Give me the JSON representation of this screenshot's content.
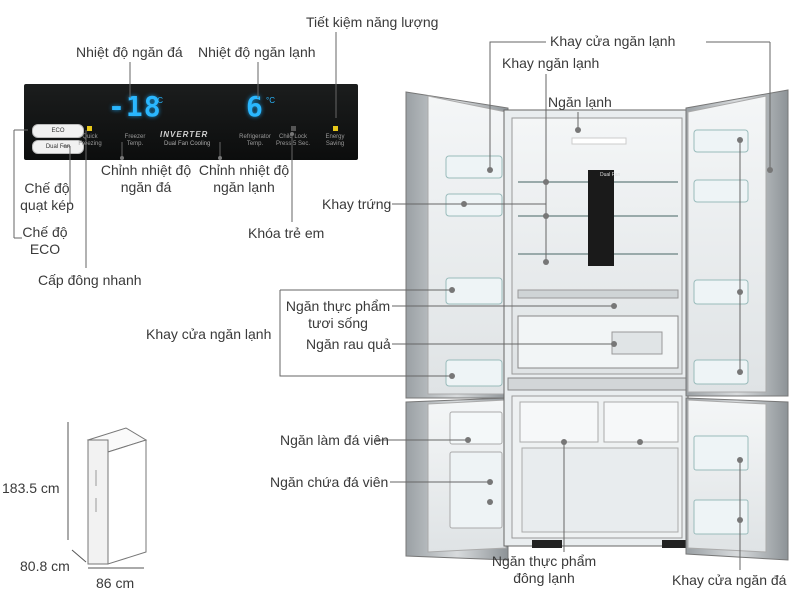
{
  "panel": {
    "freezer_value": "-18",
    "fridge_value": "6",
    "unit": "°C",
    "brand": "INVERTER",
    "brand_sub": "Dual Fan Cooling",
    "buttons": {
      "eco": "ECO",
      "dual_fan": "Dual Fan"
    },
    "captions": {
      "quick_freezing": "Quick Freezing",
      "freezer_temp": "Freezer Temp.",
      "refrigerator_temp": "Refrigerator Temp.",
      "child_lock": "Child Lock Press 5 Sec.",
      "energy_saving": "Energy Saving"
    }
  },
  "labels": {
    "freezer_temp_display": "Nhiệt độ ngăn đá",
    "fridge_temp_display": "Nhiệt độ ngăn lạnh",
    "energy_saving": "Tiết kiệm năng lượng",
    "adjust_freezer_1": "Chỉnh nhiệt độ",
    "adjust_freezer_2": "ngăn đá",
    "adjust_fridge_1": "Chỉnh nhiệt độ",
    "adjust_fridge_2": "ngăn lạnh",
    "dual_fan_mode_1": "Chế độ",
    "dual_fan_mode_2": "quạt kép",
    "eco_mode_1": "Chế độ",
    "eco_mode_2": "ECO",
    "child_lock": "Khóa trẻ em",
    "quick_freeze": "Cấp đông nhanh",
    "fridge_door_tray_top": "Khay cửa ngăn lạnh",
    "fridge_tray": "Khay ngăn lạnh",
    "fridge_compartment": "Ngăn lạnh",
    "egg_tray": "Khay trứng",
    "fresh_food_1": "Ngăn thực phẩm",
    "fresh_food_2": "tươi sống",
    "vegetable": "Ngăn rau quả",
    "fridge_door_tray_left": "Khay cửa ngăn lạnh",
    "ice_maker": "Ngăn làm đá viên",
    "ice_storage": "Ngăn chứa đá viên",
    "frozen_food_1": "Ngăn thực phẩm",
    "frozen_food_2": "đông lạnh",
    "freezer_door_tray": "Khay cửa ngăn đá"
  },
  "dimensions": {
    "height": "183.5 cm",
    "depth": "80.8 cm",
    "width": "86 cm"
  },
  "inner_display": {
    "label": "Dual Fan"
  }
}
